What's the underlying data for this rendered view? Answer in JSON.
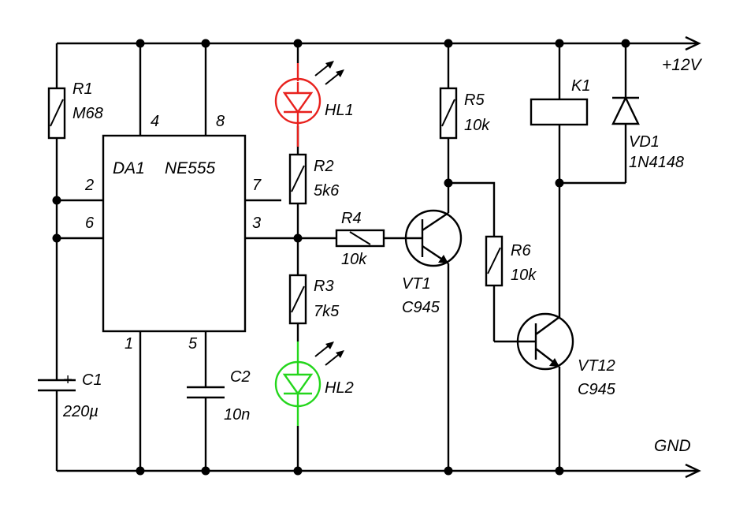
{
  "ic": {
    "name": "DA1",
    "part": "NE555",
    "pins": {
      "p1": "1",
      "p2": "2",
      "p3": "3",
      "p4": "4",
      "p5": "5",
      "p6": "6",
      "p7": "7",
      "p8": "8"
    }
  },
  "components": {
    "R1": {
      "ref": "R1",
      "value": "M68"
    },
    "R2": {
      "ref": "R2",
      "value": "5k6"
    },
    "R3": {
      "ref": "R3",
      "value": "7k5"
    },
    "R4": {
      "ref": "R4",
      "value": "10k"
    },
    "R5": {
      "ref": "R5",
      "value": "10k"
    },
    "R6": {
      "ref": "R6",
      "value": "10k"
    },
    "C1": {
      "ref": "C1",
      "value": "220µ",
      "polarity": "+"
    },
    "C2": {
      "ref": "C2",
      "value": "10n"
    },
    "HL1": {
      "ref": "HL1",
      "color": "#e8211d"
    },
    "HL2": {
      "ref": "HL2",
      "color": "#24d61c"
    },
    "VT1": {
      "ref": "VT1",
      "value": "C945"
    },
    "VT12": {
      "ref": "VT12",
      "value": "C945"
    },
    "K1": {
      "ref": "K1"
    },
    "VD1": {
      "ref": "VD1",
      "value": "1N4148"
    }
  },
  "rails": {
    "power": "+12V",
    "ground": "GND"
  }
}
